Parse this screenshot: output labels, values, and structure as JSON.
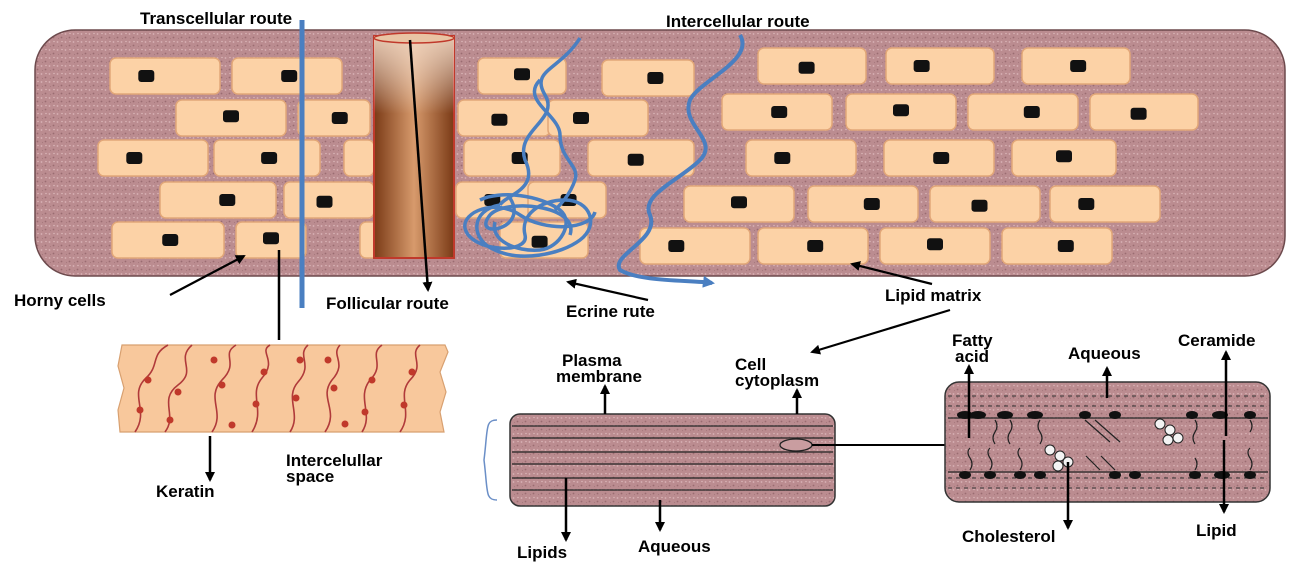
{
  "labels": {
    "transcellular_route": "Transcellular route",
    "intercellular_route": "Intercellular route",
    "horny_cells": "Horny cells",
    "follicular_route": "Follicular route",
    "ecrine_rute": "Ecrine rute",
    "lipid_matrix": "Lipid matrix",
    "keratin": "Keratin",
    "plasma_membrane_1": "Plasma",
    "plasma_membrane_2": "membrane",
    "cell_cytoplasm_1": "Cell",
    "cell_cytoplasm_2": "cytoplasm",
    "intercellular_space_1": "Intercelullar",
    "intercellular_space_2": "space",
    "lipids": "Lipids",
    "aqueous_bottom": "Aqueous",
    "fatty_acid_1": "Fatty",
    "fatty_acid_2": "acid",
    "aqueous_top": "Aqueous",
    "ceramide": "Ceramide",
    "cholesterol": "Cholesterol",
    "lipid": "Lipid"
  },
  "colors": {
    "tissue": "#b98a8e",
    "cell_fill": "#fcd2a6",
    "cell_stroke": "#e2a778",
    "nucleus": "#111111",
    "route_blue": "#4a7fc1",
    "follicle_dark": "#7a3a16",
    "follicle_light": "#e3b28a",
    "keratin_fill": "#f8c89c",
    "keratin_line": "#b03a3a"
  }
}
